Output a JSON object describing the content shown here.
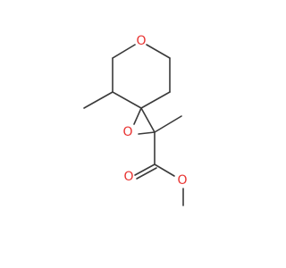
{
  "molecule": {
    "colors": {
      "bond": "#3a3a3a",
      "oxygen": "#e8312f",
      "background": "#ffffff"
    },
    "atoms": {
      "ring_oxygen": "O",
      "epoxide_oxygen": "O",
      "carbonyl_oxygen": "O",
      "ester_oxygen": "O"
    }
  }
}
